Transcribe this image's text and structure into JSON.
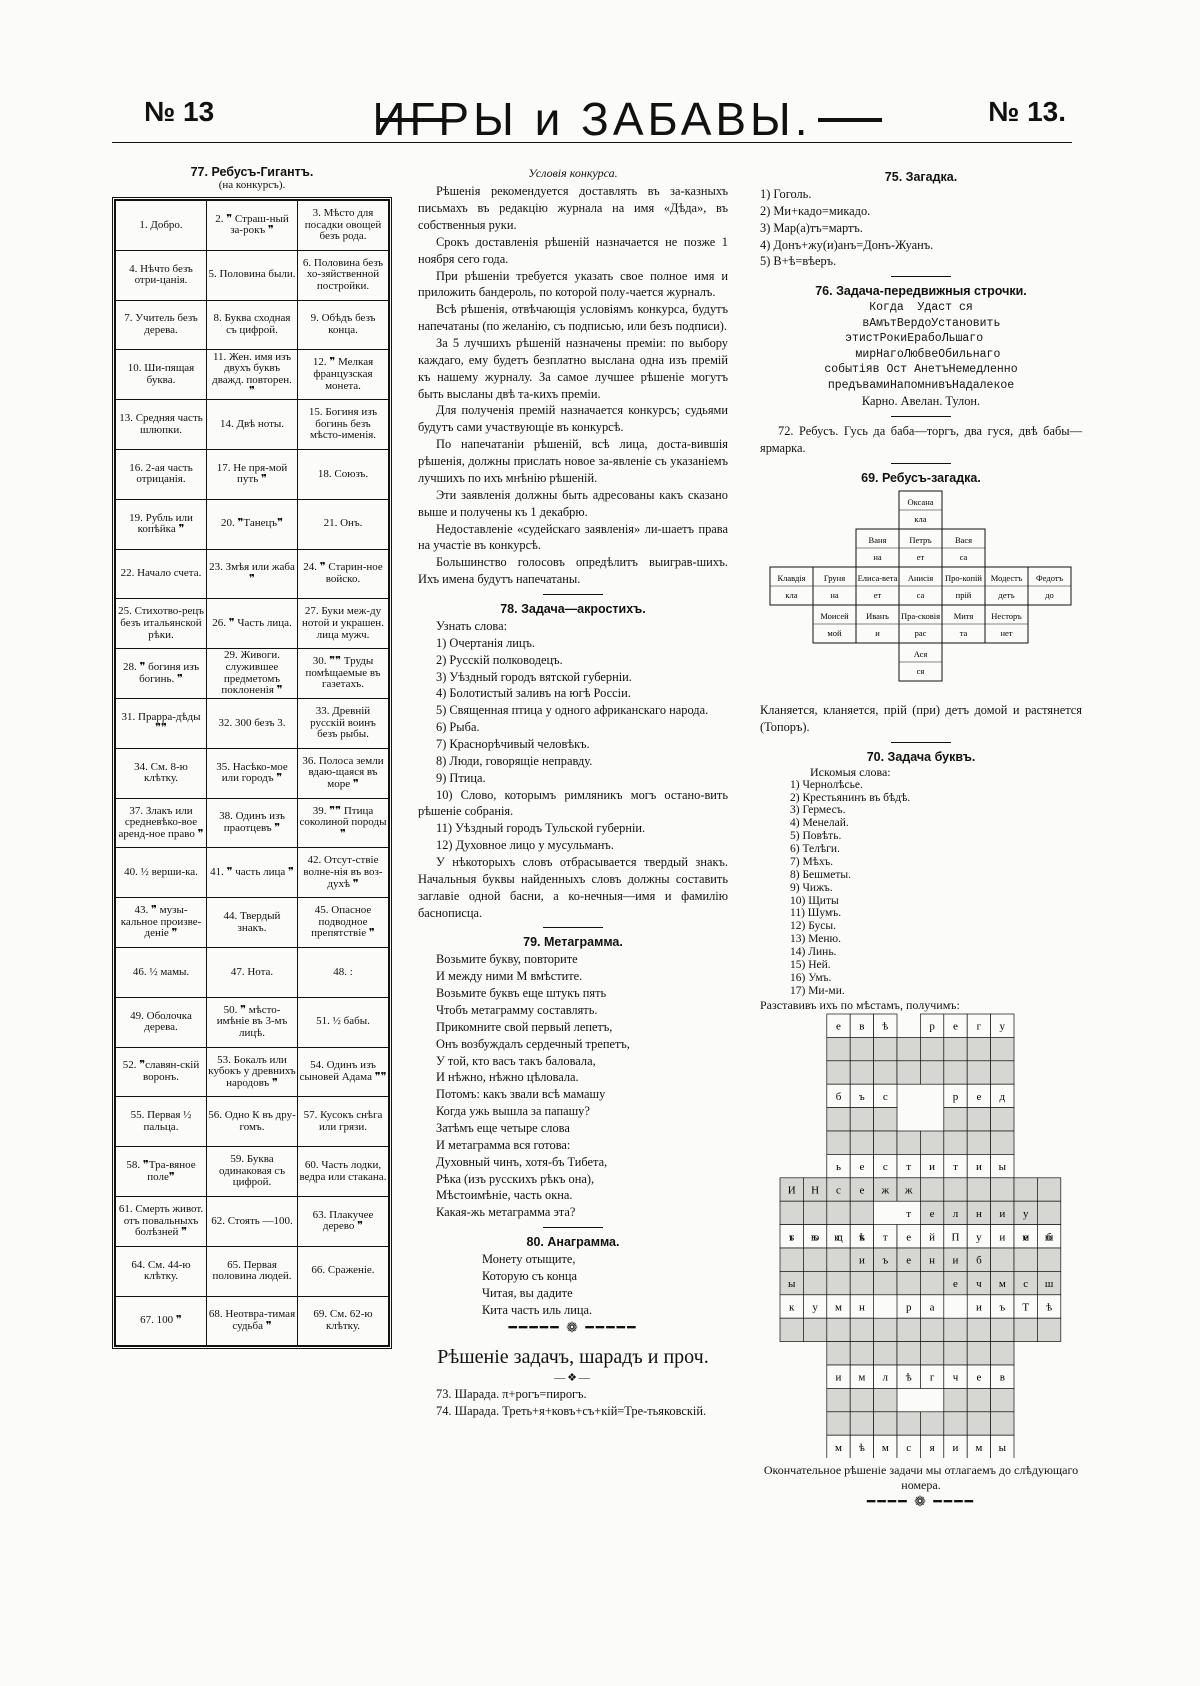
{
  "header": {
    "num_left": "№ 13",
    "title": "ИГРЫ и ЗАБАВЫ.",
    "num_right": "№ 13."
  },
  "rebus": {
    "title": "77.  Ребусъ-Гигантъ.",
    "subtitle": "(на конкурсъ).",
    "rows": [
      [
        "1. Добро.",
        "2. ❞ Страш-ный за-рокъ ❞",
        "3. Мѣсто для посадки овощей безъ рода."
      ],
      [
        "4. Нѣчто безъ отри-цанія.",
        "5. Половина были.",
        "6. Половина безъ хо-зяйственной постройки."
      ],
      [
        "7. Учитель безъ дерева.",
        "8. Буква сходная съ цифрой.",
        "9. Обѣдъ безъ конца."
      ],
      [
        "10. Ши-пящая буква.",
        "11. Жен. имя изъ двухъ буквъ дважд. повторен. ❞",
        "12. ❞ Мелкая французская монета."
      ],
      [
        "13. Средняя часть шлюпки.",
        "14. Двѣ ноты.",
        "15. Богиня изъ богинь безъ мѣсто-именія."
      ],
      [
        "16. 2-ая часть отрицанія.",
        "17. Не пря-мой путь ❞",
        "18. Союзъ."
      ],
      [
        "19. Рубль или копѣйка ❞",
        "20. ❞Танецъ❞",
        "21. Онъ."
      ],
      [
        "22. Начало счета.",
        "23. Змѣя или жаба ❞",
        "24. ❞ Старин-ное войско."
      ],
      [
        "25. Стихотво-рецъ безъ итальянской рѣки.",
        "26. ❞ Часть лица.",
        "27. Буки меж-ду нотой и украшен. лица мужч."
      ],
      [
        "28. ❞ богиня изъ богинь. ❞",
        "29. Живоги. служившее предметомъ поклоненія ❞",
        "30. ❞❞ Труды помѣщаемые въ газетахъ."
      ],
      [
        "31. Праpра-дѣды ❞❞",
        "32. 300 безъ 3.",
        "33. Древній русскій воинъ безъ рыбы."
      ],
      [
        "34. См. 8-ю клѣтку.",
        "35. Насѣко-мое или городъ ❞",
        "36. Полоса земли вдаю-щаяся въ море ❞"
      ],
      [
        "37. Злакъ или средневѣко-вое аренд-ное право ❞",
        "38. Одинъ изъ праотцевъ ❞",
        "39. ❞❞ Птица соколиной породы ❞"
      ],
      [
        "40. ½ верши-ка.",
        "41. ❞ часть лица ❞",
        "42. Отсут-ствіе волне-нія въ воз-духѣ ❞"
      ],
      [
        "43. ❞ музы-кальное произве-деніе ❞",
        "44. Твердый знакъ.",
        "45. Опасное подводное препятствіе ❞"
      ],
      [
        "46. ½ мамы.",
        "47. Нота.",
        "48. :"
      ],
      [
        "49. Оболочка дерева.",
        "50. ❞ мѣсто-имѣніе въ 3-мъ лицѣ.",
        "51. ½ бабы."
      ],
      [
        "52. ❞славян-скій воронъ.",
        "53. Бокалъ или кубокъ у древнихъ народовъ ❞",
        "54. Одинъ изъ сыновей Адама ❞❞"
      ],
      [
        "55. Первая ½ пальца.",
        "56. Одно К въ дру-гомъ.",
        "57. Кусокъ снѣга или грязи."
      ],
      [
        "58. ❞Тра-вяное поле❞",
        "59. Буква одинаковая съ цифрой.",
        "60. Часть лодки, ведра или стакана."
      ],
      [
        "61. Смерть живот. отъ повальныхъ болѣзней ❞",
        "62. Стоять —100.",
        "63. Плакучее дерево ❞"
      ],
      [
        "64. См. 44-ю клѣтку.",
        "65. Первая половина людей.",
        "66. Сраженіе."
      ],
      [
        "67. 100 ❞",
        "68. Неотвра-тимая судьба ❞",
        "69. См. 62-ю клѣтку."
      ]
    ]
  },
  "conditions": {
    "title": "Условія конкурса.",
    "paras": [
      "Рѣшенія рекомендуется доставлять въ за-казныхъ письмахъ въ редакцію журнала на имя «Дѣда», въ собственныя руки.",
      "Срокъ доставленія рѣшеній назначается не позже 1 ноября сего года.",
      "При рѣшеніи требуется указать свое полное имя и приложить бандероль, по которой полу-чается журналъ.",
      "Всѣ рѣшенія, отвѣчающія условіямъ конкурса, будутъ напечатаны (по желанію, съ подписью, или безъ подписи).",
      "За 5 лучшихъ рѣшеній назначены преміи: по выбору каждаго, ему будетъ безплатно выслана одна изъ премій къ нашему журналу. За самое лучшее рѣшеніе могутъ быть высланы двѣ та-кихъ преміи.",
      "Для полученія премій назначается конкурсъ; судьями будутъ сами участвующіе въ конкурсѣ.",
      "По напечатаніи рѣшеній, всѣ лица, доста-вившія рѣшенія, должны прислать новое за-явленіе съ указаніемъ лучшихъ по ихъ мнѣнію рѣшеній.",
      "Эти заявленія должны быть адресованы какъ сказано выше и получены къ 1 декабрю.",
      "Недоставленіе «судейскаго заявленія» ли-шаетъ права на участіе въ конкурсѣ.",
      "Большинство голосовъ опредѣлитъ выиграв-шихъ. Ихъ имена будутъ напечатаны."
    ]
  },
  "acrostic": {
    "title": "78. Задача—акростихъ.",
    "intro": "Узнать слова:",
    "items": [
      "1) Очертанія лицъ.",
      "2) Русскій полководецъ.",
      "3) Уѣздный городъ вятской губерніи.",
      "4) Болотистый заливъ на югѣ Россіи.",
      "5) Священная птица у одного африканскаго народа.",
      "6) Рыба.",
      "7) Краснорѣчивый человѣкъ.",
      "8) Люди, говорящіе неправду.",
      "9) Птица.",
      "10) Слово, которымъ римляникъ могъ остано-вить рѣшеніе собранія.",
      "11) Уѣздный городъ Тульской губерніи.",
      "12) Духовное лицо у мусульманъ."
    ],
    "note": "У нѣкоторыхъ словъ отбрасывается твердый знакъ. Начальныя буквы найденныхъ словъ должны составить заглавіе одной басни, а ко-нечныя—имя и фамилію баснописца."
  },
  "metagram": {
    "title": "79. Метаграмма.",
    "lines": [
      "Возьмите букву, повторите",
      "И между ними М вмѣстите.",
      "Возьмите буквъ еще штукъ пять",
      "Чтобъ метаграмму составлять.",
      "Прикомните свой первый лепетъ,",
      "Онъ возбуждалъ сердечный трепетъ,",
      "У той, кто васъ такъ баловала,",
      "И нѣжно, нѣжно цѣловала.",
      "Потомъ: какъ звали всѣ мамашу",
      "Когда ужь вышла за папашу?",
      "Затѣмъ еще четыре слова",
      "И метаграмма вся готова:",
      "Духовный чинъ, хотя-бъ Тибета,",
      "Рѣка (изъ русскихъ рѣкъ она),",
      "Мѣстоимѣніе, часть окна.",
      "Какая-жь метаграмма эта?"
    ]
  },
  "anagram": {
    "title": "80. Анаграмма.",
    "lines": [
      "Монету отыщите,",
      "Которую съ конца",
      "Читая, вы дадите",
      "Кита часть иль лица."
    ]
  },
  "solutions": {
    "title": "Рѣшеніе задачъ, шарадъ и проч.",
    "items": [
      "73. Шарада. π+рогъ=пирогъ.",
      "74. Шарада. Треть+я+ковъ+съ+кій=Тре-тьяковскій."
    ]
  },
  "riddle75": {
    "title": "75. Загадка.",
    "items": [
      "1) Гоголь.",
      "2) Ми+кадо=микадо.",
      "3) Мар(а)тъ=мартъ.",
      "4) Донъ+жу(и)анъ=Донъ-Жуанъ.",
      "5) В+ѣ=вѣеръ."
    ]
  },
  "task76": {
    "title": "76. Задача-передвижныя строчки.",
    "lines": [
      "     Когда  Удаст ся     ",
      "   вАмътВердоУстановить",
      "этистРокиЕрабоЛьшаго  ",
      "  мирНагоЛюбвеОбильнаго",
      "событіяв Ост АнетъНемедленно",
      "предъвамиНапомнивъНадалекое"
    ],
    "answer": "Карно. Авелан. Тулон."
  },
  "rebus72": "72. Ребусъ. Гусь да баба—торгъ, два гуся, двѣ бабы— ярмарка.",
  "rebus69": {
    "title": "69. Ребусъ-загадка.",
    "top": [
      "Оксана",
      "кла"
    ],
    "row2": [
      [
        "Ваня",
        "на"
      ],
      [
        "Петръ",
        "ет"
      ],
      [
        "Вася",
        "са"
      ]
    ],
    "row3": [
      [
        "Клавдія",
        "кла"
      ],
      [
        "Груня",
        "на"
      ],
      [
        "Елиса-вета",
        "ет"
      ],
      [
        "Анисія",
        "са"
      ],
      [
        "Про-копій",
        "прій"
      ],
      [
        "Модестъ",
        "детъ"
      ],
      [
        "Федотъ",
        "до"
      ]
    ],
    "row4": [
      [
        "Моисей",
        "мой"
      ],
      [
        "Иванъ",
        "и"
      ],
      [
        "Пра-сковія",
        "рас"
      ],
      [
        "Митя",
        "та"
      ],
      [
        "Несторъ",
        "нет"
      ]
    ],
    "bottom": [
      "Ася",
      "ся"
    ],
    "answer": "Кланяется, кланяется, прій (при) детъ домой и растянется (Топоръ)."
  },
  "task70": {
    "title": "70. Задача буквъ.",
    "intro": "Искомыя слова:",
    "words": [
      "1) Чернолѣсье.",
      "2) Крестьянинъ въ бѣдѣ.",
      "3) Гермесъ.",
      "4) Менелай.",
      "5) Повѣть.",
      "6) Телѣги.",
      "7) Мѣхъ.",
      "8) Бешметы.",
      "9) Чижъ.",
      "10) Щиты",
      "11) Шумъ.",
      "12) Бусы.",
      "13) Меню.",
      "14) Линь.",
      "15) Ней.",
      "16) Умъ.",
      "17) Ми-ми."
    ],
    "after": "Разставивъ ихъ по мѣстамъ, получимъ:",
    "grid_letters": [
      "е",
      "в",
      "ѣ",
      "р",
      "е",
      "г",
      "у",
      "б",
      "ъ",
      "с",
      "р",
      "е",
      "д",
      "ь",
      "е",
      "с",
      "т",
      "и",
      "т",
      "и",
      "ы",
      "т",
      "ъ",
      "с",
      "ѣ",
      "т",
      "е",
      "й",
      "П",
      "у",
      "и",
      "м",
      "ш",
      "к",
      "у",
      "м",
      "н",
      "р",
      "а",
      "и",
      "ъ",
      "Т",
      "ѣ",
      "и",
      "м",
      "л",
      "ѣ",
      "г",
      "ч",
      "е",
      "в",
      "м",
      "ѣ",
      "м",
      "с",
      "я",
      "и",
      "м",
      "ы",
      "е",
      "И",
      "т",
      "е",
      "и",
      "ч",
      "Н",
      "е",
      "б",
      "ъ",
      "м",
      "с",
      "л",
      "ь",
      "е",
      "с",
      "е",
      "н",
      "ю",
      "н",
      "ш",
      "ж",
      "и",
      "щ",
      "и",
      "ы",
      "ж",
      "у",
      "к",
      "б"
    ],
    "closing": "Окончательное рѣшеніе задачи мы отлагаемъ до слѣдующаго номера."
  }
}
